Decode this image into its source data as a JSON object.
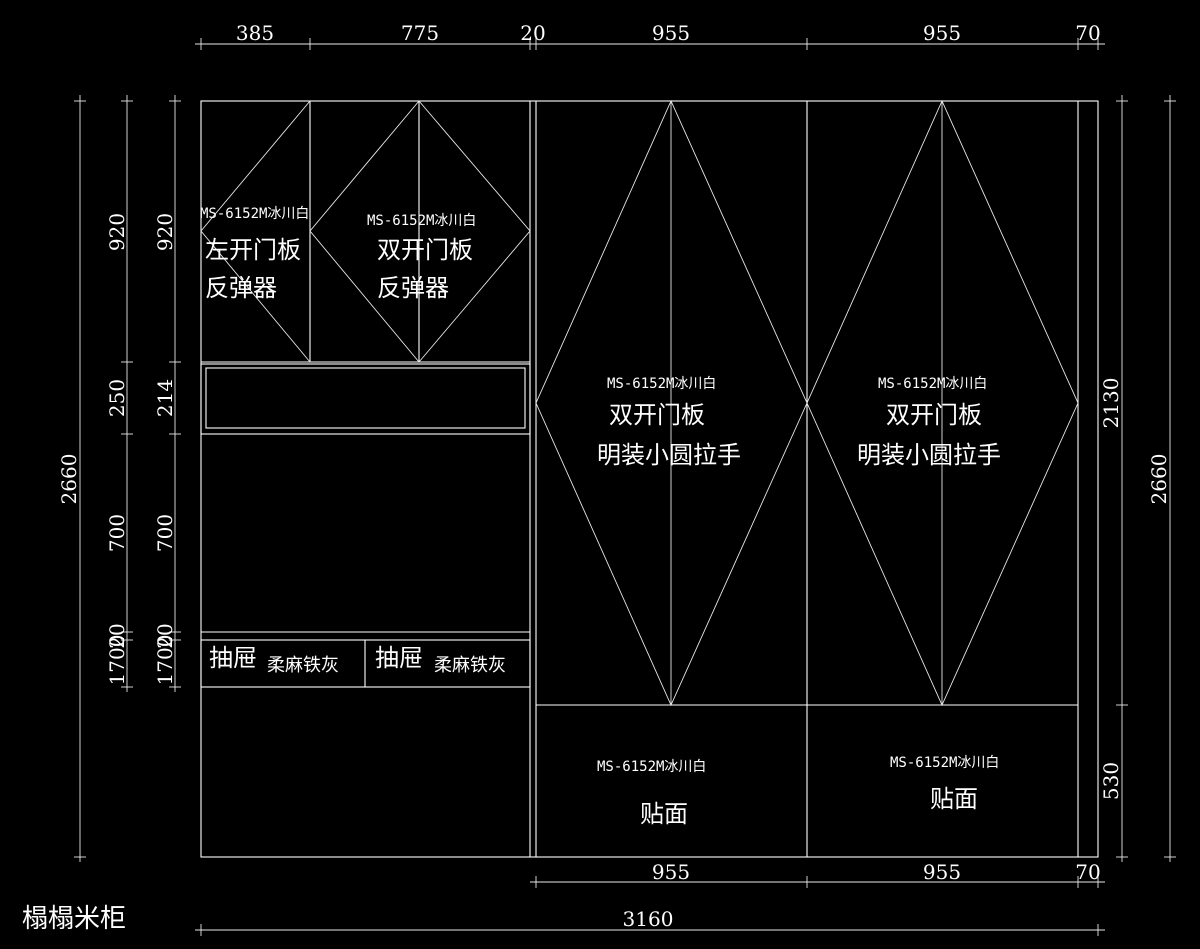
{
  "title": "榻榻米柜",
  "top_dims": [
    "385",
    "775",
    "20",
    "955",
    "955",
    "70"
  ],
  "bottom_dims": [
    "955",
    "955",
    "70"
  ],
  "overall_width": "3160",
  "left_outer_height": "2660",
  "left_dims_a": [
    "920",
    "250",
    "700",
    "1700",
    "20"
  ],
  "left_dims_b": [
    "920",
    "214",
    "700",
    "1700",
    "20"
  ],
  "right_dims": [
    "2130",
    "530"
  ],
  "right_outer_height": "2660",
  "panels": {
    "left_door": {
      "code": "MS-6152M冰川白",
      "line1": "左开门板",
      "line2": "反弹器"
    },
    "double_door_upper": {
      "code": "MS-6152M冰川白",
      "line1": "双开门板",
      "line2": "反弹器"
    },
    "wardrobe_left": {
      "code": "MS-6152M冰川白",
      "line1": "双开门板",
      "line2": "明装小圆拉手"
    },
    "wardrobe_right": {
      "code": "MS-6152M冰川白",
      "line1": "双开门板",
      "line2": "明装小圆拉手"
    },
    "base_left": {
      "code": "MS-6152M冰川白",
      "line1": "贴面"
    },
    "base_right": {
      "code": "MS-6152M冰川白",
      "line1": "贴面"
    }
  },
  "drawers": [
    {
      "label": "抽屉",
      "finish": "柔麻铁灰"
    },
    {
      "label": "抽屉",
      "finish": "柔麻铁灰"
    }
  ]
}
